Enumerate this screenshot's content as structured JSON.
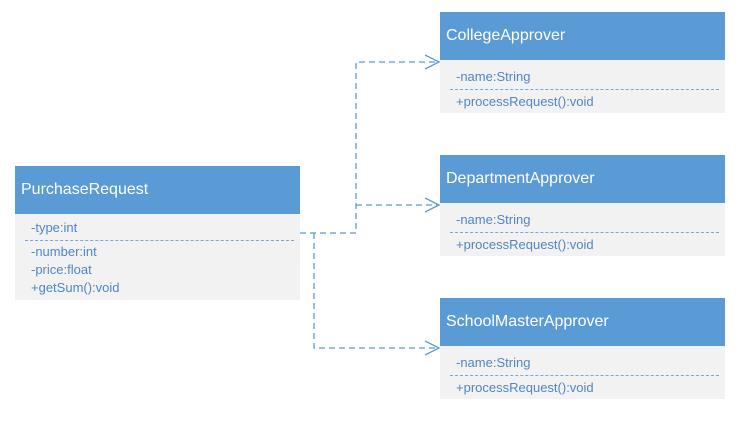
{
  "classes": {
    "purchase_request": {
      "name": "PurchaseRequest",
      "attributes": [
        "-type:int",
        "-number:int",
        "-price:float",
        "+getSum():void"
      ]
    },
    "college_approver": {
      "name": "CollegeApprover",
      "attributes": [
        "-name:String"
      ],
      "methods": [
        "+processRequest():void"
      ]
    },
    "department_approver": {
      "name": "DepartmentApprover",
      "attributes": [
        "-name:String"
      ],
      "methods": [
        "+processRequest():void"
      ]
    },
    "school_master_approver": {
      "name": "SchoolMasterApprover",
      "attributes": [
        "-name:String"
      ],
      "methods": [
        "+processRequest():void"
      ]
    }
  },
  "colors": {
    "header_fill": "#5b9bd5",
    "body_fill": "#f2f2f2",
    "member_text": "#4f86c6",
    "connector": "#5b9bd5"
  }
}
